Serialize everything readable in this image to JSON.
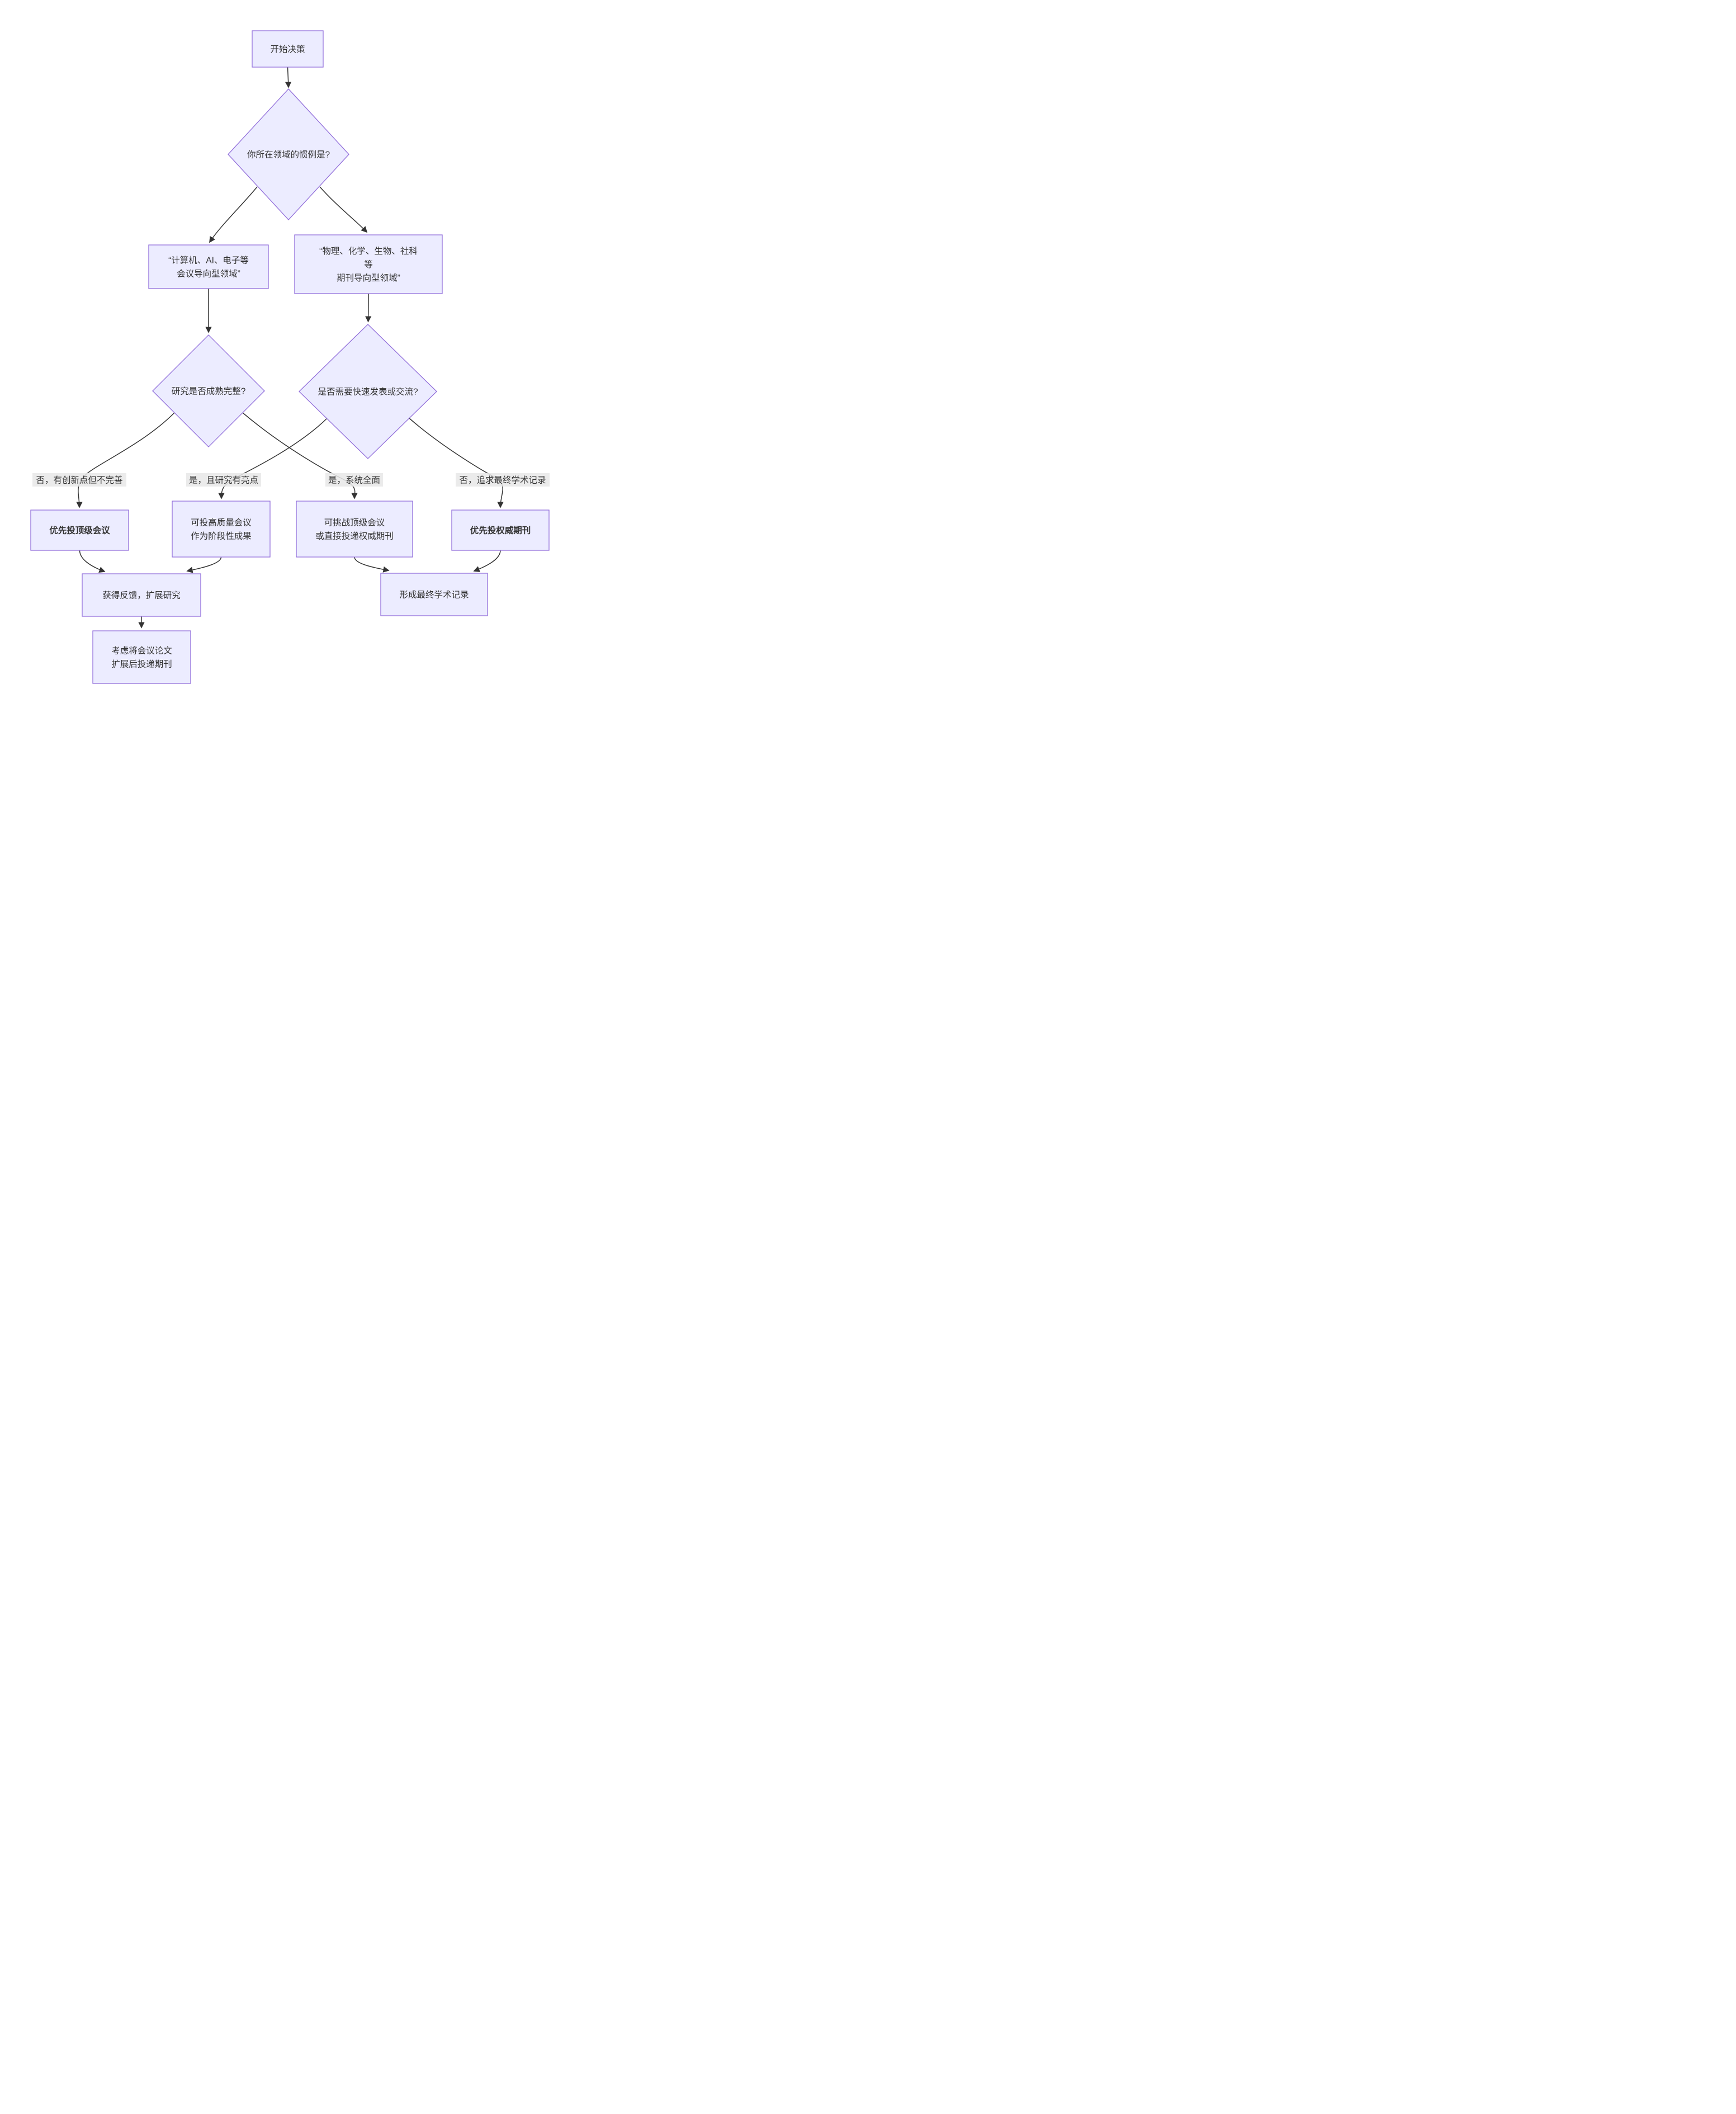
{
  "diagram": {
    "type": "flowchart",
    "colors": {
      "node_fill": "#ECECFF",
      "node_border": "#9370DB",
      "edge_line": "#333333",
      "text": "#333333",
      "edge_label_bg": "#e8e8e8",
      "background": "#ffffff"
    },
    "nodes": {
      "start": {
        "label": "开始决策"
      },
      "field_question": {
        "label": "你所在领域的惯例是?"
      },
      "conference_field": {
        "lines": [
          "“计算机、AI、电子等",
          "会议导向型领域”"
        ]
      },
      "journal_field": {
        "lines": [
          "“物理、化学、生物、社科",
          "等",
          "期刊导向型领域”"
        ]
      },
      "maturity_question": {
        "label": "研究是否成熟完整?"
      },
      "speed_question": {
        "label": "是否需要快速发表或交流?"
      },
      "top_conference": {
        "label": "优先投顶级会议",
        "bold": true
      },
      "quality_conference": {
        "lines": [
          "可投高质量会议",
          "作为阶段性成果"
        ]
      },
      "challenge_or_journal": {
        "lines": [
          "可挑战顶级会议",
          "或直接投递权威期刊"
        ]
      },
      "authoritative_journal": {
        "label": "优先投权威期刊",
        "bold": true
      },
      "feedback": {
        "label": "获得反馈，扩展研究"
      },
      "final_record": {
        "label": "形成最终学术记录"
      },
      "extend_to_journal": {
        "lines": [
          "考虑将会议论文",
          "扩展后投递期刊"
        ]
      }
    },
    "edge_labels": {
      "no_incomplete": "否，有创新点但不完善",
      "yes_highlight": "是，且研究有亮点",
      "yes_comprehensive": "是，系统全面",
      "no_final_record": "否，追求最终学术记录"
    },
    "edges": [
      {
        "from": "start",
        "to": "field_question",
        "label": ""
      },
      {
        "from": "field_question",
        "to": "conference_field",
        "label": ""
      },
      {
        "from": "field_question",
        "to": "journal_field",
        "label": ""
      },
      {
        "from": "conference_field",
        "to": "maturity_question",
        "label": ""
      },
      {
        "from": "journal_field",
        "to": "speed_question",
        "label": ""
      },
      {
        "from": "maturity_question",
        "to": "top_conference",
        "label": "否，有创新点但不完善"
      },
      {
        "from": "maturity_question",
        "to": "challenge_or_journal",
        "label": "是，系统全面"
      },
      {
        "from": "speed_question",
        "to": "quality_conference",
        "label": "是，且研究有亮点"
      },
      {
        "from": "speed_question",
        "to": "authoritative_journal",
        "label": "否，追求最终学术记录"
      },
      {
        "from": "top_conference",
        "to": "feedback",
        "label": ""
      },
      {
        "from": "quality_conference",
        "to": "feedback",
        "label": ""
      },
      {
        "from": "challenge_or_journal",
        "to": "final_record",
        "label": ""
      },
      {
        "from": "authoritative_journal",
        "to": "final_record",
        "label": ""
      },
      {
        "from": "feedback",
        "to": "extend_to_journal",
        "label": ""
      }
    ]
  }
}
